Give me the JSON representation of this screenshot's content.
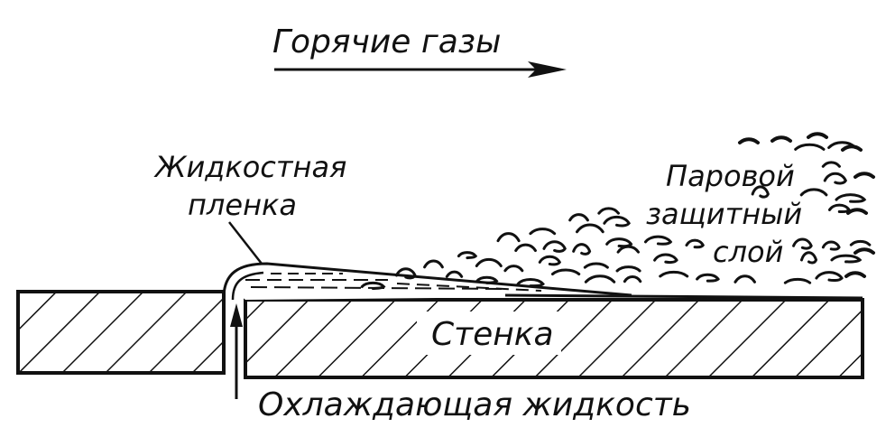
{
  "labels": {
    "hot_gases": "Горячие газы",
    "liquid_film_line1": "Жидкостная",
    "liquid_film_line2": "пленка",
    "vapor_layer_line1": "Паровой",
    "vapor_layer_line2": "защитный",
    "vapor_layer_line3": "слой",
    "wall": "Стенка",
    "coolant": "Охлаждающая жидкость"
  },
  "colors": {
    "ink": "#111111",
    "background": "#ffffff"
  }
}
